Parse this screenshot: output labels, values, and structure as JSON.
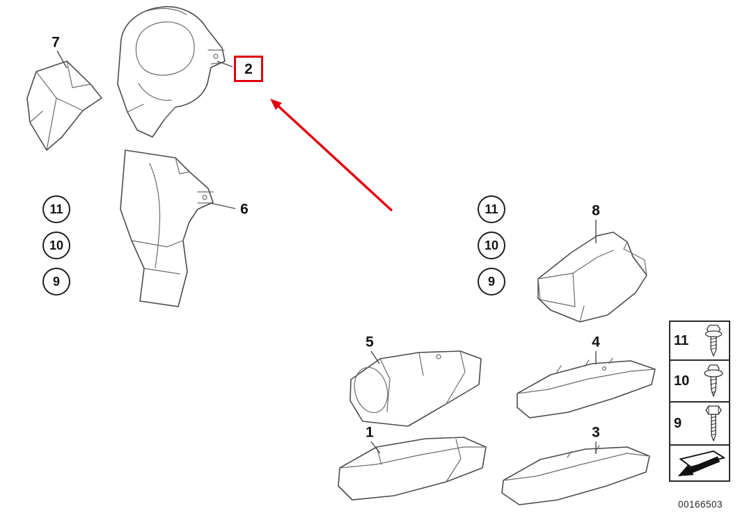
{
  "diagram": {
    "parts": {
      "p1": {
        "label": "1"
      },
      "p2": {
        "label": "2",
        "highlighted": true
      },
      "p3": {
        "label": "3"
      },
      "p4": {
        "label": "4"
      },
      "p5": {
        "label": "5"
      },
      "p6": {
        "label": "6"
      },
      "p7": {
        "label": "7"
      },
      "p8": {
        "label": "8"
      }
    },
    "callouts_left": [
      "11",
      "10",
      "9"
    ],
    "callouts_mid": [
      "11",
      "10",
      "9"
    ],
    "legend": {
      "rows": [
        {
          "label": "11",
          "icon": "hex-flange-screw-icon"
        },
        {
          "label": "10",
          "icon": "washer-screw-icon"
        },
        {
          "label": "9",
          "icon": "hex-bolt-icon"
        }
      ],
      "direction_icon": "black-arrow-icon"
    },
    "footer": {
      "diagram_number": "00166503"
    },
    "colors": {
      "highlight_red": "#e1000f",
      "line_gray": "#4a4a4a"
    }
  }
}
